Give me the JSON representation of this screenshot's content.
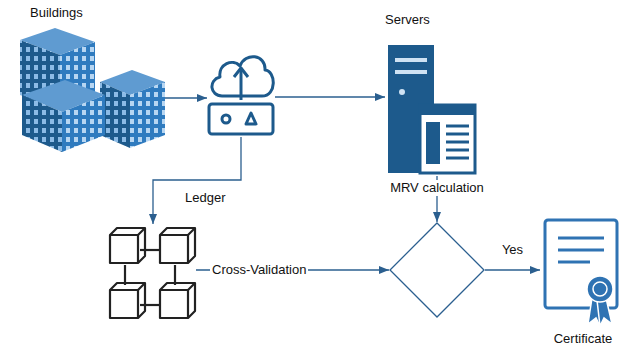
{
  "diagram": {
    "nodes": [
      {
        "text": [
          "Buildings"
        ]
      },
      {
        "text": []
      },
      {
        "text": [
          "Servers"
        ]
      },
      {
        "text": [
          "Ledger"
        ]
      },
      {
        "text": []
      },
      {
        "text": [
          "Certificate"
        ]
      }
    ],
    "edges": [
      {
        "from": 0,
        "to": 1,
        "arrow": "to"
      },
      {
        "from": 1,
        "to": 2,
        "arrow": "to"
      },
      {
        "from": 1,
        "to": 3,
        "arrow": "to"
      },
      {
        "from": 2,
        "to": 4,
        "label": "MRV calculation",
        "arrow": "to"
      },
      {
        "from": 3,
        "to": 4,
        "label": "Cross-Validation",
        "arrow": "to"
      },
      {
        "from": 4,
        "to": 5,
        "label": "Yes",
        "arrow": "to"
      }
    ]
  }
}
